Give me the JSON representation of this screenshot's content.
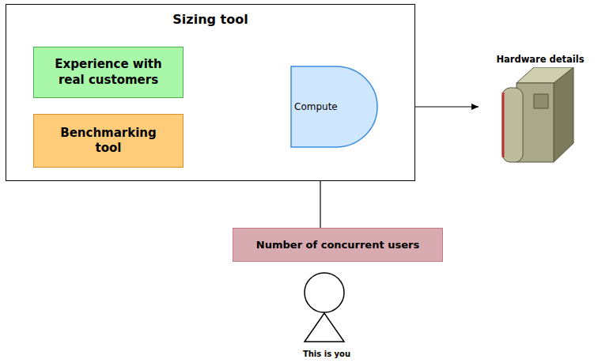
{
  "diagram": {
    "nodes": [
      {
        "text": [
          "Sizing tool"
        ]
      },
      {
        "text": [
          "Experience with real customers"
        ],
        "in": 0
      },
      {
        "text": [
          "Benchmarking tool"
        ],
        "in": 0
      },
      {
        "text": [
          "Compute"
        ],
        "in": 0
      },
      {
        "text": [
          "Hardware details"
        ]
      },
      {
        "text": [
          "Number of concurrent users"
        ]
      },
      {
        "text": [
          "This is you"
        ]
      }
    ],
    "edges": [
      {
        "from": 1,
        "to": 3,
        "arrow": "to"
      },
      {
        "from": 2,
        "to": 3,
        "arrow": "to"
      },
      {
        "from": 3,
        "to": 4,
        "arrow": "to"
      },
      {
        "from": 5,
        "to": 3,
        "arrow": "to"
      }
    ]
  }
}
